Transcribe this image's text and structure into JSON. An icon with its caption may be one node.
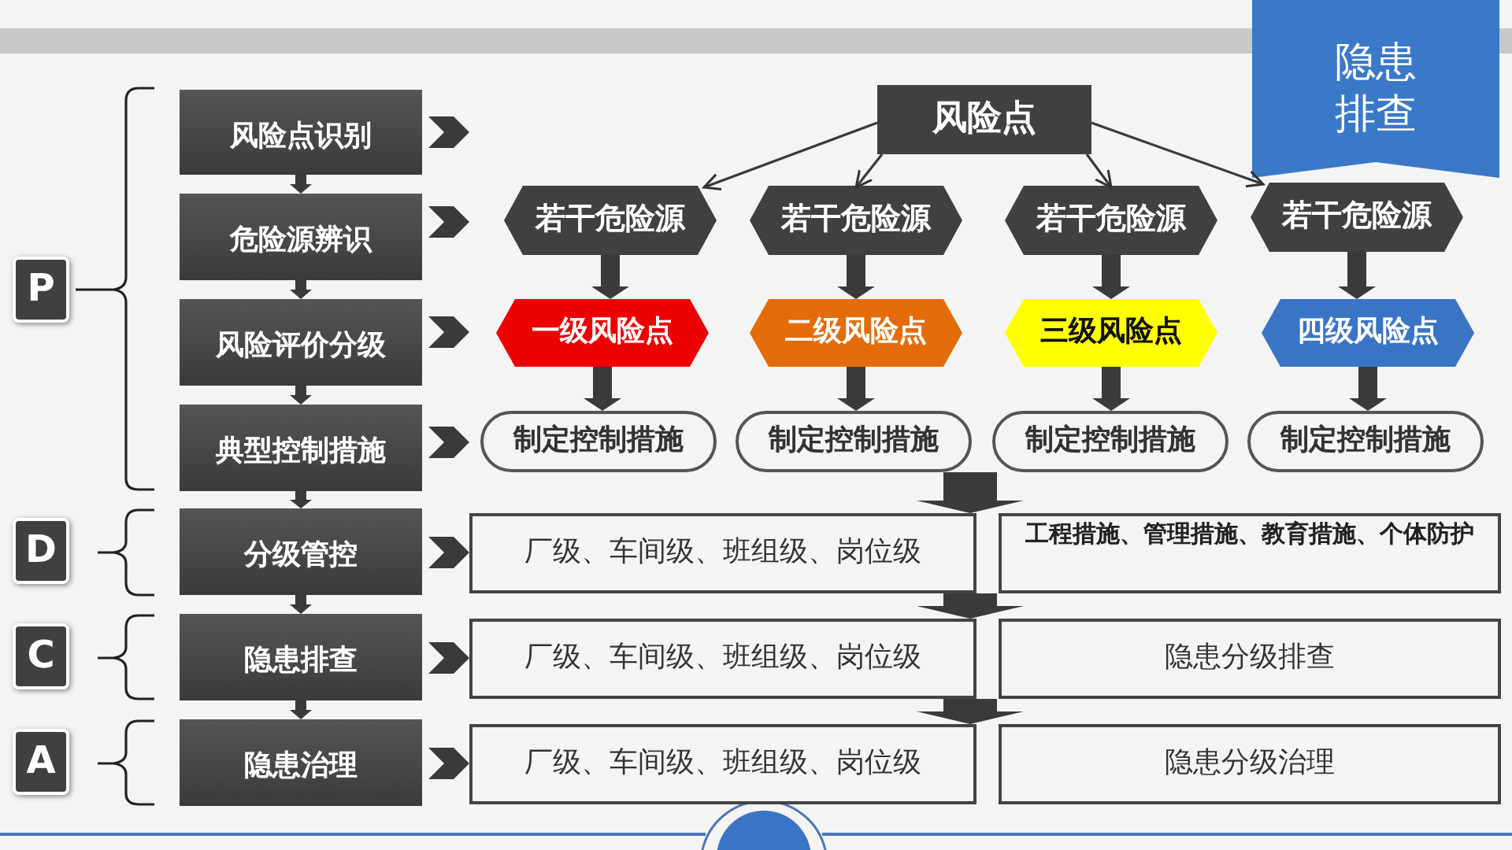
{
  "diagram": {
    "nodes": [
      {
        "text": [
          "隐患排查"
        ]
      },
      {
        "text": [
          "P"
        ]
      },
      {
        "text": [
          "D"
        ]
      },
      {
        "text": [
          "C"
        ]
      },
      {
        "text": [
          "A"
        ]
      },
      {
        "text": [
          "风险点识别"
        ]
      },
      {
        "text": [
          "危险源辨识"
        ]
      },
      {
        "text": [
          "风险评价分级"
        ]
      },
      {
        "text": [
          "典型控制措施"
        ]
      },
      {
        "text": [
          "分级管控"
        ]
      },
      {
        "text": [
          "隐患排查"
        ]
      },
      {
        "text": [
          "隐患治理"
        ]
      },
      {
        "text": [
          "风险点"
        ]
      },
      {
        "text": [
          "若干危险源"
        ]
      },
      {
        "text": [
          "若干危险源"
        ]
      },
      {
        "text": [
          "若干危险源"
        ]
      },
      {
        "text": [
          "若干危险源"
        ]
      },
      {
        "text": [
          "一级风险点"
        ]
      },
      {
        "text": [
          "二级风险点"
        ]
      },
      {
        "text": [
          "三级风险点"
        ]
      },
      {
        "text": [
          "四级风险点"
        ]
      },
      {
        "text": [
          "制定控制措施"
        ]
      },
      {
        "text": [
          "制定控制措施"
        ]
      },
      {
        "text": [
          "制定控制措施"
        ]
      },
      {
        "text": [
          "制定控制措施"
        ]
      },
      {
        "text": [
          "厂级、车间级、班组级、岗位级"
        ]
      },
      {
        "text": [
          "工程措施、管理措施、教育措施、个体防护"
        ]
      },
      {
        "text": [
          "厂级、车间级、班组级、岗位级"
        ]
      },
      {
        "text": [
          "隐患分级排查"
        ]
      },
      {
        "text": [
          "厂级、车间级、班组级、岗位级"
        ]
      },
      {
        "text": [
          "隐患分级治理"
        ]
      }
    ],
    "edges": [
      {
        "from": 5,
        "to": 6,
        "arrow": "to"
      },
      {
        "from": 6,
        "to": 7,
        "arrow": "to"
      },
      {
        "from": 7,
        "to": 8,
        "arrow": "to"
      },
      {
        "from": 8,
        "to": 9,
        "arrow": "to"
      },
      {
        "from": 9,
        "to": 10,
        "arrow": "to"
      },
      {
        "from": 10,
        "to": 11,
        "arrow": "to"
      },
      {
        "from": 5,
        "to": null,
        "arrow": "to"
      },
      {
        "from": 6,
        "to": 13,
        "arrow": "to"
      },
      {
        "from": 7,
        "to": 17,
        "arrow": "to"
      },
      {
        "from": 8,
        "to": 21,
        "arrow": "to"
      },
      {
        "from": 9,
        "to": 25,
        "arrow": "to"
      },
      {
        "from": 10,
        "to": 27,
        "arrow": "to"
      },
      {
        "from": 11,
        "to": 29,
        "arrow": "to"
      },
      {
        "from": 12,
        "to": 13,
        "arrow": "to"
      },
      {
        "from": 12,
        "to": 14,
        "arrow": "to"
      },
      {
        "from": 12,
        "to": 15,
        "arrow": "to"
      },
      {
        "from": 12,
        "to": 16,
        "arrow": "to"
      },
      {
        "from": 13,
        "to": 17,
        "arrow": "to"
      },
      {
        "from": 14,
        "to": 18,
        "arrow": "to"
      },
      {
        "from": 15,
        "to": 19,
        "arrow": "to"
      },
      {
        "from": 16,
        "to": 20,
        "arrow": "to"
      },
      {
        "from": 17,
        "to": 21,
        "arrow": "to"
      },
      {
        "from": 18,
        "to": 22,
        "arrow": "to"
      },
      {
        "from": 19,
        "to": 23,
        "arrow": "to"
      },
      {
        "from": 20,
        "to": 24,
        "arrow": "to"
      },
      {
        "from": 22,
        "to": 25,
        "arrow": "to"
      },
      {
        "from": 25,
        "to": 27,
        "arrow": "to"
      },
      {
        "from": 27,
        "to": 29,
        "arrow": "to"
      }
    ]
  }
}
